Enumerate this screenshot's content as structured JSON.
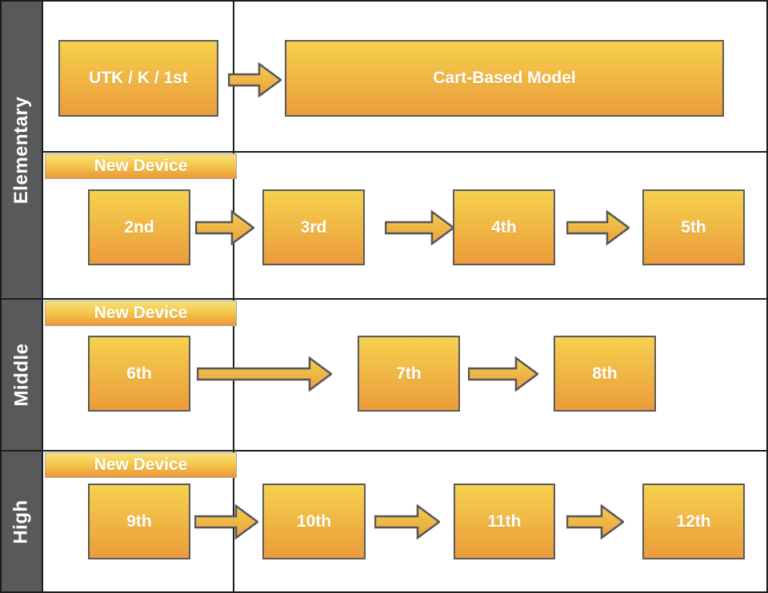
{
  "colors": {
    "grid_line": "#1c1c1c",
    "sidebar_gray": "#58595b",
    "box_gradient_top": "#f5d14e",
    "box_gradient_bottom": "#eb9c3b",
    "box_border": "#5a5a5c",
    "banner_gradient_top": "#f9e07c",
    "banner_gradient_bottom": "#ed9636",
    "arrow_gradient_top": "#f4ce50",
    "arrow_gradient_bottom": "#e9a03c",
    "arrow_border": "#55565a",
    "text_white": "#ffffff"
  },
  "sidebar": {
    "sections": [
      {
        "label": "Elementary"
      },
      {
        "label": "Middle"
      },
      {
        "label": "High"
      }
    ]
  },
  "flow": {
    "kinder_row": {
      "start_box": "UTK / K / 1st",
      "model_box": "Cart-Based Model"
    },
    "elementary_row": {
      "banner": "New Device",
      "grades": [
        "2nd",
        "3rd",
        "4th",
        "5th"
      ]
    },
    "middle_row": {
      "banner": "New Device",
      "grades": [
        "6th",
        "7th",
        "8th"
      ]
    },
    "high_row": {
      "banner": "New Device",
      "grades": [
        "9th",
        "10th",
        "11th",
        "12th"
      ]
    }
  }
}
